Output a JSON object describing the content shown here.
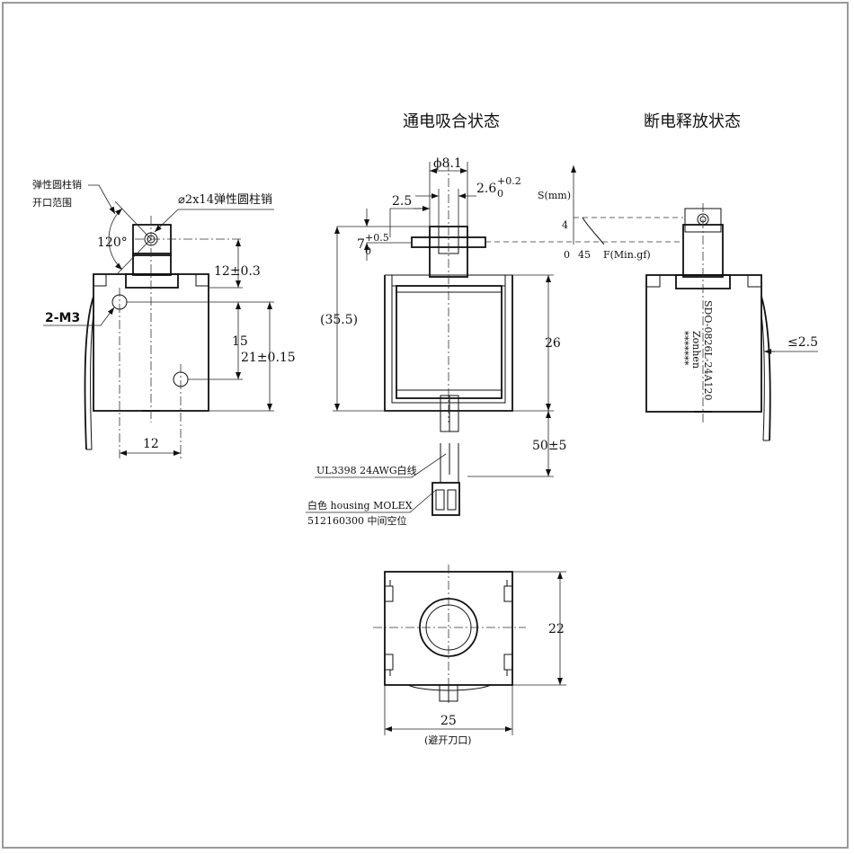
{
  "titles": {
    "energized": "通电吸合状态",
    "released": "断电释放状态"
  },
  "left_view": {
    "spring_pin_range": [
      "弹性圆柱销",
      "开口范围"
    ],
    "angle": "120°",
    "pin_spec": "⌀2x14弹性圆柱销",
    "holes": "2-M3",
    "dim_12_tol": "12±0.3",
    "dim_15": "15",
    "dim_21_tol": "21±0.15",
    "dim_12": "12"
  },
  "middle_view": {
    "dia": "ϕ8.1",
    "dim_2_5": "2.5",
    "dim_2_6": "2.6",
    "dim_2_6_sup": "+0.2",
    "dim_2_6_sub": "0",
    "dim_7": "7",
    "dim_7_sup": "+0.5",
    "dim_7_sub": "0",
    "dim_35_5": "(35.5)",
    "dim_26": "26",
    "dim_50": "50±5",
    "wire_note": "UL3398 24AWG白线",
    "housing_note_1": "白色 housing MOLEX",
    "housing_note_2": "512160300 中间空位"
  },
  "graph": {
    "y_label": "S(mm)",
    "y_value": "4",
    "x_zero": "0",
    "x_value": "45",
    "x_label": "F(Min.gf)"
  },
  "right_view": {
    "brand": "Zonhen",
    "model": "SDO-0826L-24A120",
    "code": "*******",
    "dim_2_5": "≤2.5"
  },
  "bottom_view": {
    "dim_22": "22",
    "dim_25": "25",
    "note": "(避开刀口)"
  }
}
